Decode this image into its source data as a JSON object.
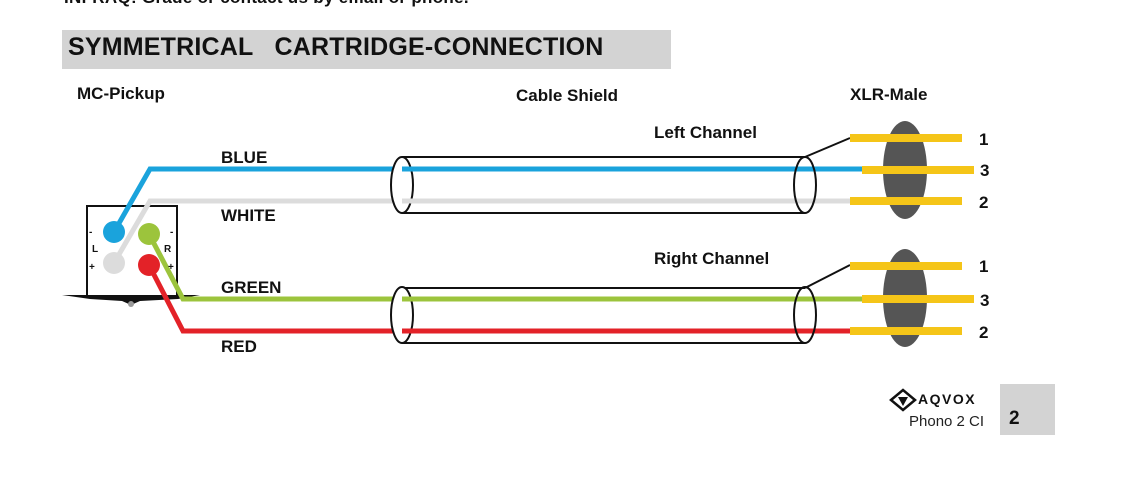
{
  "header": {
    "cutoff_text": "INFRAQ: Grade or contact us by email or phone.",
    "title": "SYMMETRICAL   CARTRIDGE-CONNECTION"
  },
  "labels": {
    "pickup": "MC-Pickup",
    "cable_shield": "Cable Shield",
    "xlr_male": "XLR-Male",
    "left_channel": "Left Channel",
    "right_channel": "Right Channel"
  },
  "wires": {
    "blue": "BLUE",
    "white": "WHITE",
    "green": "GREEN",
    "red": "RED"
  },
  "cartridge": {
    "left_mark": "L",
    "right_mark": "R",
    "minus": "-",
    "plus": "+"
  },
  "pins": {
    "left": [
      "1",
      "3",
      "2"
    ],
    "right": [
      "1",
      "3",
      "2"
    ]
  },
  "colors": {
    "blue": "#1aa3dc",
    "white": "#dcdcdc",
    "green": "#9cc43c",
    "red": "#e32228",
    "pin": "#f5c518",
    "xlr_body": "#555555",
    "panel_gray": "#d3d3d3"
  },
  "footer": {
    "brand": "AQVOX",
    "model": "Phono 2 CI",
    "page": "2"
  }
}
